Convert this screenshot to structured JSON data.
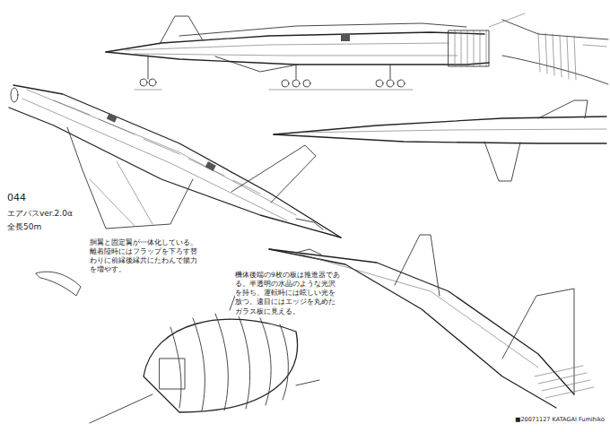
{
  "diagram": {
    "labels": [
      "044",
      "エアバスver.2.0α",
      "全長50m",
      "胴翼と固定翼が一体化している。離着陸時にはフラップを下ろす替わりに前縁後縁共にたわんで揚力を増やす。",
      "機体後端の9枚の板は推進器である。半透明の水晶のような光沢を持ち、運転時には眩しい光を放つ。遠目にはエッジを丸めたガラス板に見える。",
      "■20071127 KATAGAI Fumihiko"
    ]
  }
}
